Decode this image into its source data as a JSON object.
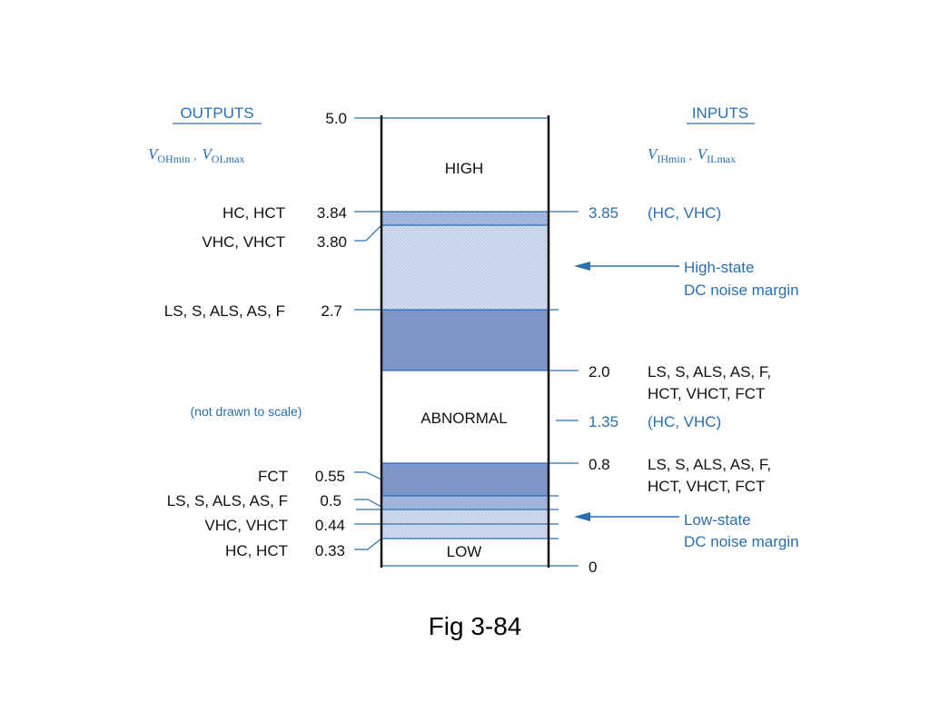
{
  "outputs_title": "OUTPUTS",
  "inputs_title": "INPUTS",
  "outputs_params": {
    "sym1": "V",
    "sub1": "OHmin",
    "sep": ",",
    "sym2": "V",
    "sub2": "OLmax"
  },
  "inputs_params": {
    "sym1": "V",
    "sub1": "IHmin",
    "sep": ",",
    "sym2": "V",
    "sub2": "ILmax"
  },
  "regions": {
    "high": "HIGH",
    "abnormal": "ABNORMAL",
    "low": "LOW"
  },
  "note": "(not drawn to scale)",
  "left_levels": [
    {
      "families": "",
      "value": "5.0"
    },
    {
      "families": "HC, HCT",
      "value": "3.84"
    },
    {
      "families": "VHC, VHCT",
      "value": "3.80"
    },
    {
      "families": "LS, S, ALS, AS, F",
      "value": "2.7"
    },
    {
      "families": "FCT",
      "value": "0.55"
    },
    {
      "families": "LS, S, ALS, AS, F",
      "value": "0.5"
    },
    {
      "families": "VHC, VHCT",
      "value": "0.44"
    },
    {
      "families": "HC, HCT",
      "value": "0.33"
    }
  ],
  "right_levels": [
    {
      "value": "3.85",
      "families": [
        "(HC, VHC)"
      ]
    },
    {
      "value": "2.0",
      "families": [
        "LS, S, ALS, AS, F,",
        "HCT, VHCT, FCT"
      ]
    },
    {
      "value": "1.35",
      "families": [
        "(HC, VHC)"
      ]
    },
    {
      "value": "0.8",
      "families": [
        "LS, S, ALS, AS, F,",
        "HCT, VHCT, FCT"
      ]
    },
    {
      "value": "0",
      "families": []
    }
  ],
  "high_margin": [
    "High-state",
    "DC noise margin"
  ],
  "low_margin": [
    "Low-state",
    "DC noise margin"
  ],
  "caption": "Fig 3-84",
  "colors": {
    "blue": "#2a6fb0",
    "dark_fill": "#7b95c9",
    "light_fill": "#c9d7ef",
    "black": "#111111"
  }
}
